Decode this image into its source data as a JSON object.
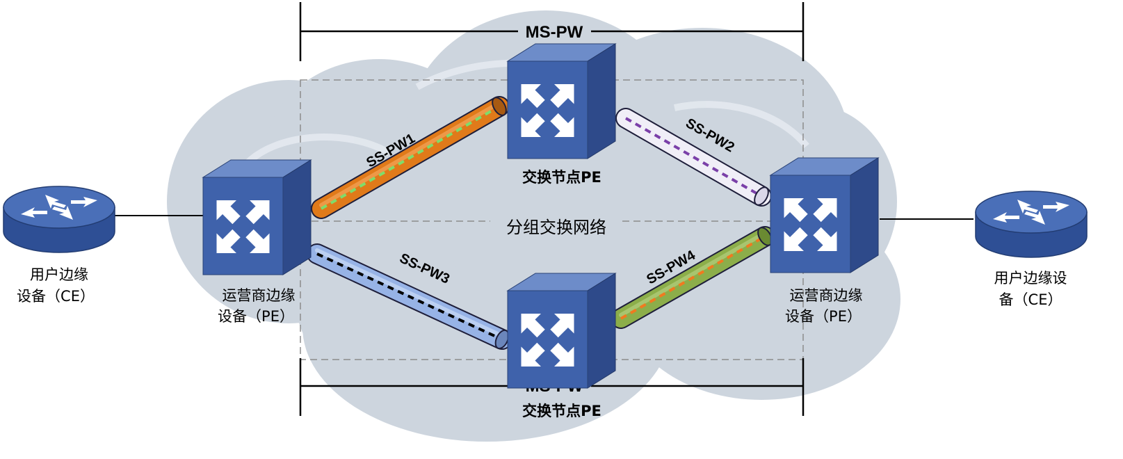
{
  "diagram": {
    "ms_pw_top": "MS-PW",
    "ms_pw_bottom": "MS-PW",
    "network_label": "分组交换网络",
    "left_ce": {
      "line1": "用户边缘",
      "line2": "设备（CE）"
    },
    "right_ce": {
      "line1": "用户边缘设",
      "line2": "备（CE）"
    },
    "left_pe": {
      "line1": "运营商边缘",
      "line2": "设备（PE）"
    },
    "right_pe": {
      "line1": "运营商边缘",
      "line2": "设备（PE）"
    },
    "switch_top": "交换节点PE",
    "switch_bottom": "交换节点PE",
    "pw1": "SS-PW1",
    "pw2": "SS-PW2",
    "pw3": "SS-PW3",
    "pw4": "SS-PW4",
    "colors": {
      "cloud": "#cdd5de",
      "device_front": "#3d5fa6",
      "device_side": "#2b4684",
      "device_top": "#5b7cc0",
      "pw1_pipe": "#e07a1a",
      "pw1_dash": "#7fdc6a",
      "pw2_pipe": "#f0eef7",
      "pw2_dash": "#7a3fa8",
      "pw3_pipe": "#97b3e6",
      "pw3_dash": "#000000",
      "pw4_pipe": "#8cae4a",
      "pw4_dash": "#f07a20"
    },
    "icons": [
      "router-icon",
      "switch-arrows-icon"
    ]
  }
}
